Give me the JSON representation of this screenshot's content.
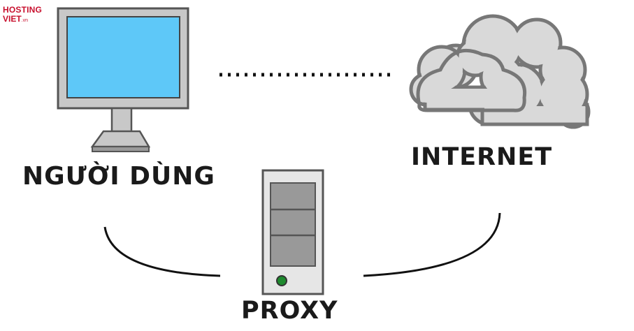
{
  "logo": {
    "line1": "HOSTING",
    "line2": "VIET",
    "suffix": ".vn",
    "color": "#c8102e"
  },
  "nodes": {
    "user": {
      "label": "NGƯỜI DÙNG",
      "icon": "monitor-icon"
    },
    "internet": {
      "label": "INTERNET",
      "icon": "cloud-icon"
    },
    "proxy": {
      "label": "PROXY",
      "icon": "server-icon"
    }
  },
  "colors": {
    "screen": "#5ec8f8",
    "frame": "#c8c8c8",
    "outline": "#555555",
    "led": "#1e8a2e",
    "cloud": "#d9d9d9"
  }
}
